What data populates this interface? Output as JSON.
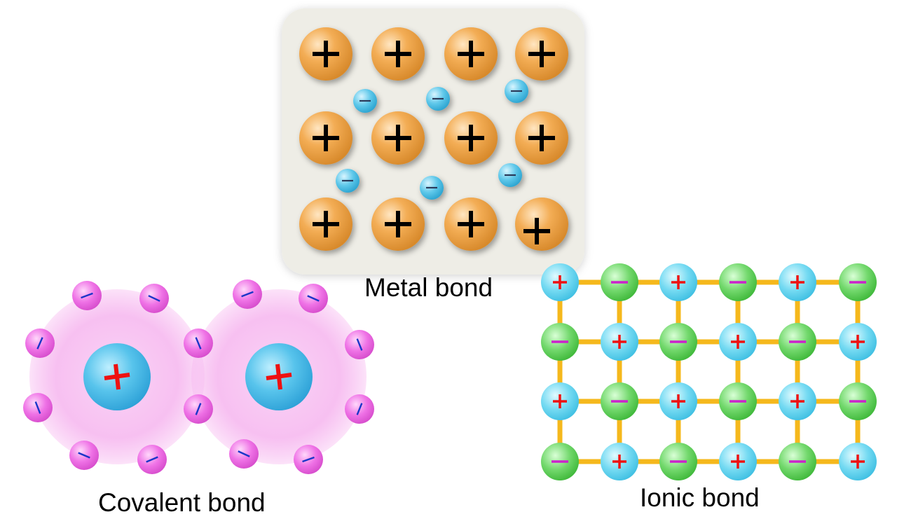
{
  "captions": {
    "metal": "Metal bond",
    "covalent": "Covalent bond",
    "ionic": "Ionic bond"
  },
  "metal_bond": {
    "cation_rows": 3,
    "cation_cols": 4,
    "cation_symbol": "+",
    "electron_symbol": "−",
    "free_electron_count": 6,
    "colors": {
      "cation": "#f0a54e",
      "electron": "#5fc8ea",
      "panel": "#eeede6"
    }
  },
  "covalent_bond": {
    "atom_count": 2,
    "nucleus_symbol": "+",
    "electrons_per_atom": 8,
    "colors": {
      "cloud": "#f7b8f0",
      "nucleus": "#4fbce8",
      "electron": "#ea66e0",
      "nucleus_sign": "#ee1111",
      "electron_mark": "#1a36c8"
    }
  },
  "ionic_bond": {
    "rows": 4,
    "cols": 6,
    "cation_symbol": "+",
    "anion_symbol": "−",
    "colors": {
      "cation": "#6fd8f0",
      "anion": "#6fd86a",
      "bond": "#f5b81c",
      "plus_sign": "#ee1111",
      "minus_sign": "#cc22cc"
    }
  }
}
